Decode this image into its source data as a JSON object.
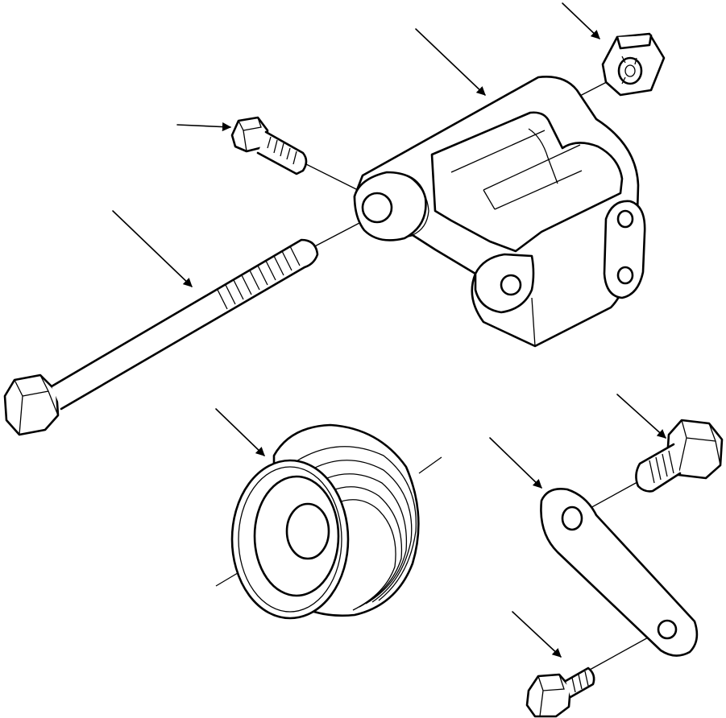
{
  "diagram": {
    "kind": "exploded-parts-view",
    "background": "#ffffff",
    "ink_color": "#000000",
    "parts": [
      {
        "name": "flange-nut-top"
      },
      {
        "name": "idler-bracket"
      },
      {
        "name": "short-bolt-upper"
      },
      {
        "name": "long-bolt"
      },
      {
        "name": "idler-pulley"
      },
      {
        "name": "hex-bolt-right"
      },
      {
        "name": "link-plate"
      },
      {
        "name": "small-bolt-bottom"
      }
    ],
    "callout_arrows": 8
  }
}
